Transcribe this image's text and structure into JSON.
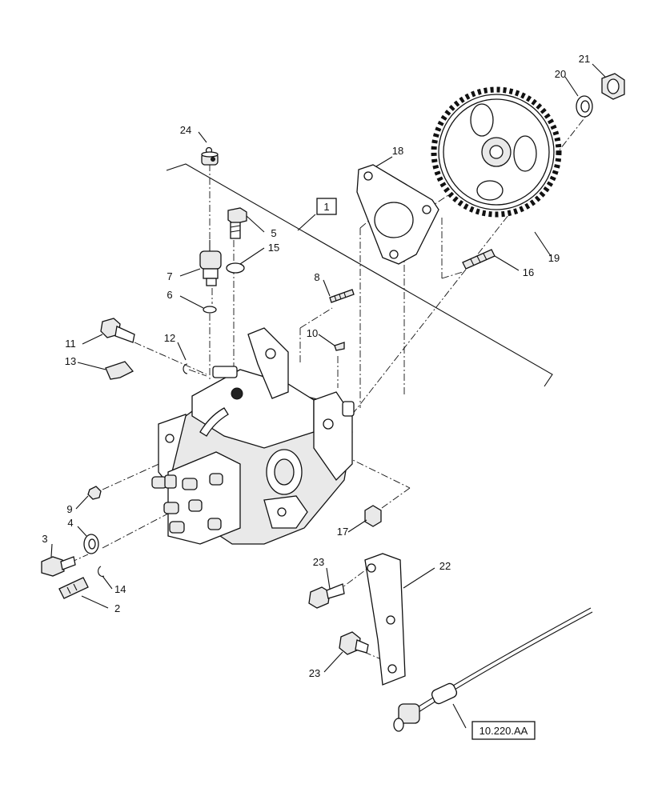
{
  "callouts": [
    {
      "id": "c1",
      "text": "1",
      "boxed": true
    },
    {
      "id": "c2",
      "text": "2"
    },
    {
      "id": "c3",
      "text": "3"
    },
    {
      "id": "c4",
      "text": "4"
    },
    {
      "id": "c5",
      "text": "5"
    },
    {
      "id": "c6",
      "text": "6"
    },
    {
      "id": "c7",
      "text": "7"
    },
    {
      "id": "c8",
      "text": "8"
    },
    {
      "id": "c9",
      "text": "9"
    },
    {
      "id": "c10",
      "text": "10"
    },
    {
      "id": "c11",
      "text": "11"
    },
    {
      "id": "c12",
      "text": "12"
    },
    {
      "id": "c13",
      "text": "13"
    },
    {
      "id": "c14",
      "text": "14"
    },
    {
      "id": "c15",
      "text": "15"
    },
    {
      "id": "c16",
      "text": "16"
    },
    {
      "id": "c17",
      "text": "17"
    },
    {
      "id": "c18",
      "text": "18"
    },
    {
      "id": "c19",
      "text": "19"
    },
    {
      "id": "c20",
      "text": "20"
    },
    {
      "id": "c21",
      "text": "21"
    },
    {
      "id": "c22",
      "text": "22"
    },
    {
      "id": "c23a",
      "text": "23"
    },
    {
      "id": "c23b",
      "text": "23"
    },
    {
      "id": "c24",
      "text": "24"
    },
    {
      "id": "ref",
      "text": "10.220.AA",
      "boxed": true
    }
  ]
}
